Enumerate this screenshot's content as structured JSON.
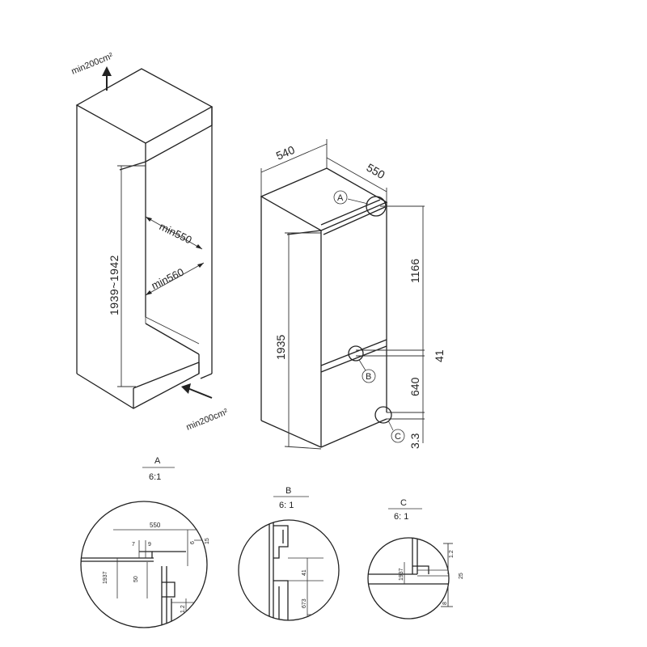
{
  "niche": {
    "vent_top": "min200cm²",
    "vent_bottom": "min200cm²",
    "height": "1939~1942",
    "depth_min": "min550",
    "width_min": "min560"
  },
  "appliance": {
    "width": "540",
    "depth": "550",
    "height": "1935",
    "upper_door": "1166",
    "gap": "41",
    "lower_door": "640",
    "bottom_offset": "3.3",
    "callout_a": "A",
    "callout_b": "B",
    "callout_c": "C"
  },
  "details": {
    "a": {
      "letter": "A",
      "scale": "6:1",
      "d550": "550",
      "d7": "7",
      "d9": "9",
      "d6": "6",
      "d15": "15",
      "d1937": "1937",
      "d50": "50",
      "d12": "1.2"
    },
    "b": {
      "letter": "B",
      "scale": "6: 1",
      "d41": "41",
      "d673": "673"
    },
    "c": {
      "letter": "C",
      "scale": "6: 1",
      "d1937": "1937",
      "d12": "1.2",
      "d25": "25",
      "d8": "8"
    }
  }
}
